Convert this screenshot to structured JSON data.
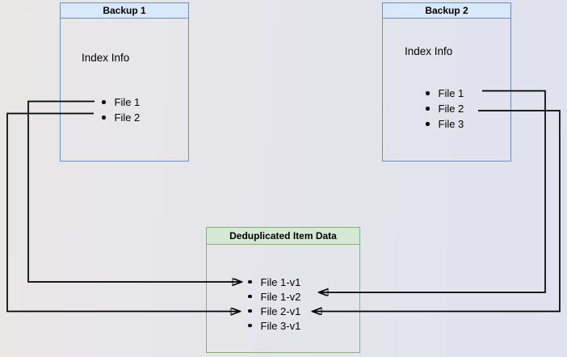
{
  "colors": {
    "blue-fill": "#dae8fc",
    "blue-border": "#6c8ebf",
    "green-fill": "#d5e8d4",
    "green-border": "#82b366",
    "line": "#000000"
  },
  "boxes": {
    "backup1": {
      "title": "Backup 1",
      "subtitle": "Index Info",
      "files": [
        "File 1",
        "File 2"
      ]
    },
    "backup2": {
      "title": "Backup 2",
      "subtitle": "Index Info",
      "files": [
        "File 1",
        "File 2",
        "File 3"
      ]
    },
    "dedup": {
      "title": "Deduplicated Item Data",
      "items": [
        "File 1-v1",
        "File 1-v2",
        "File 2-v1",
        "File 3-v1"
      ]
    }
  },
  "connections": [
    {
      "from": "Backup 1 : File 1",
      "to": "Deduplicated Item Data : File 1-v1"
    },
    {
      "from": "Backup 1 : File 2",
      "to": "Deduplicated Item Data : File 2-v1"
    },
    {
      "from": "Backup 2 : File 1",
      "to": "Deduplicated Item Data : File 1-v2"
    },
    {
      "from": "Backup 2 : File 2",
      "to": "Deduplicated Item Data : File 2-v1"
    }
  ]
}
